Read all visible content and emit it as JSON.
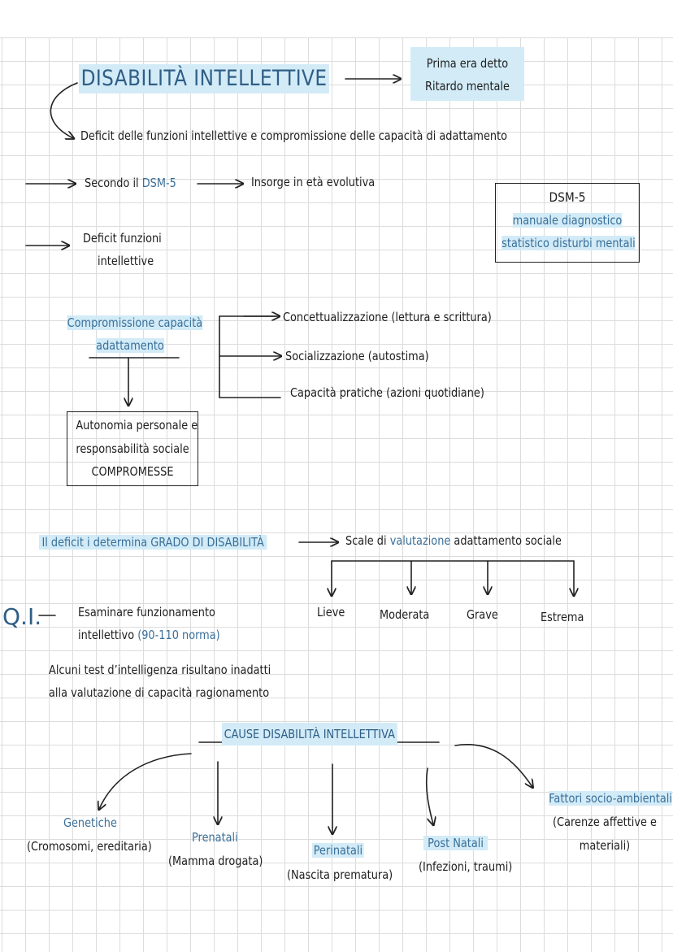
{
  "title": {
    "main": "DISABILITÀ INTELLETTIVE",
    "note_line1": "Prima era detto",
    "note_line2": "Ritardo mentale"
  },
  "definition": "Deficit delle funzioni intellettive e compromissione delle capacità di adattamento",
  "dsm": {
    "secondo_prefix": "Secondo il ",
    "secondo_term": "DSM-5",
    "onset": "Insorge in età evolutiva",
    "box_title": "DSM-5",
    "box_line1": "manuale diagnostico",
    "box_line2": "statistico disturbi mentali"
  },
  "deficit_funzioni": {
    "line1": "Deficit funzioni",
    "line2": "intellettive"
  },
  "adattamento": {
    "line1": "Compromissione capacità",
    "line2": "adattamento",
    "branches": [
      "Concettualizzazione (lettura e scrittura)",
      "Socializzazione (autostima)",
      "Capacità pratiche (azioni quotidiane)"
    ],
    "result_line1": "Autonomia personale e",
    "result_line2": "responsabilità sociale",
    "result_line3": "COMPROMESSE"
  },
  "grado": {
    "text": "Il deficit i determina GRADO DI DISABILITÀ",
    "scale_prefix": "Scale di ",
    "scale_term": "valutazione",
    "scale_suffix": " adattamento sociale",
    "levels": [
      "Lieve",
      "Moderata",
      "Grave",
      "Estrema"
    ]
  },
  "qi": {
    "label": "Q.I.",
    "line1": "Esaminare funzionamento",
    "line2_prefix": "intellettivo ",
    "line2_term": "(90-110 norma)",
    "test_line1": "Alcuni test d’intelligenza risultano inadatti",
    "test_line2": "alla valutazione di capacità ragionamento"
  },
  "causes": {
    "title": "CAUSE DISABILITÀ INTELLETTIVA",
    "items": [
      {
        "name": "Genetiche",
        "detail": "(Cromosomi, ereditaria)"
      },
      {
        "name": "Prenatali",
        "detail": "(Mamma drogata)"
      },
      {
        "name": "Perinatali",
        "detail": "(Nascita prematura)"
      },
      {
        "name": "Post Natali",
        "detail": "(Infezioni, traumi)"
      },
      {
        "name": "Fattori socio-ambientali",
        "detail": "(Carenze affettive e",
        "detail2": "materiali)"
      }
    ]
  },
  "colors": {
    "accent_text": "#3a6f98",
    "highlight": "#d2ebf7",
    "ink": "#1e1e1e",
    "grid": "#dcdcdc"
  }
}
